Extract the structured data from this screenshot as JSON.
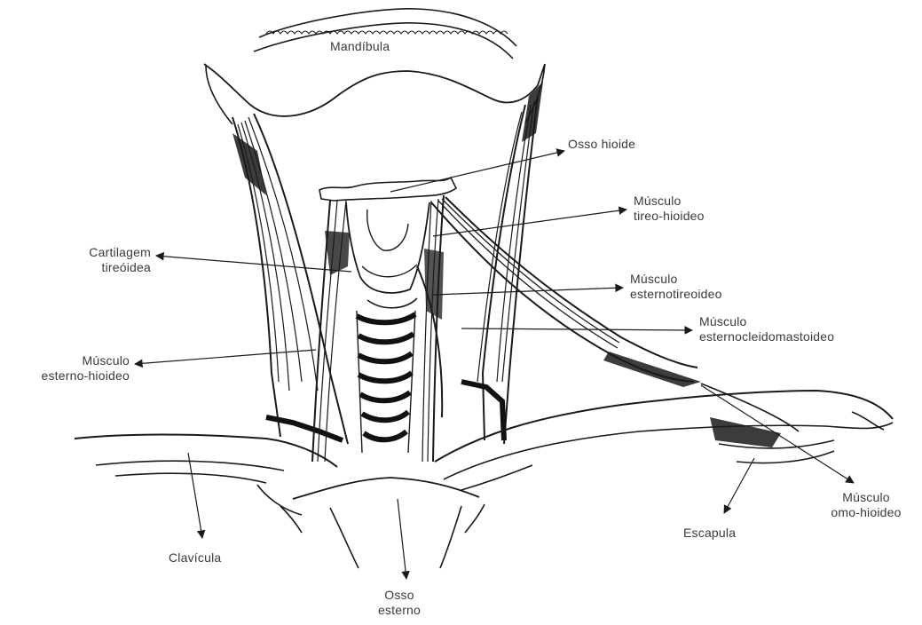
{
  "labels": {
    "mandibula": [
      "Mandíbula"
    ],
    "osso_hioide": [
      "Osso hioide"
    ],
    "musculo_tireo_hioideo": [
      "Músculo",
      "tireo-hioideo"
    ],
    "cartilagem_tireoidea": [
      "Cartilagem",
      "tireóidea"
    ],
    "musculo_esternotireoideo": [
      "Músculo",
      "esternotireoideo"
    ],
    "musculo_esternocleidomastoideo": [
      "Músculo",
      "esternocleidomastoideo"
    ],
    "musculo_esterno_hioideo": [
      "Músculo",
      "esterno-hioideo"
    ],
    "clavicula": [
      "Clavícula"
    ],
    "osso_esterno": [
      "Osso",
      "esterno"
    ],
    "escapula": [
      "Escapula"
    ],
    "musculo_omo_hioideo": [
      "Músculo",
      "omo-hioideo"
    ]
  },
  "colors": {
    "ink": "#1a1a1a",
    "label_text": "#3a3a3a",
    "background": "#ffffff"
  }
}
